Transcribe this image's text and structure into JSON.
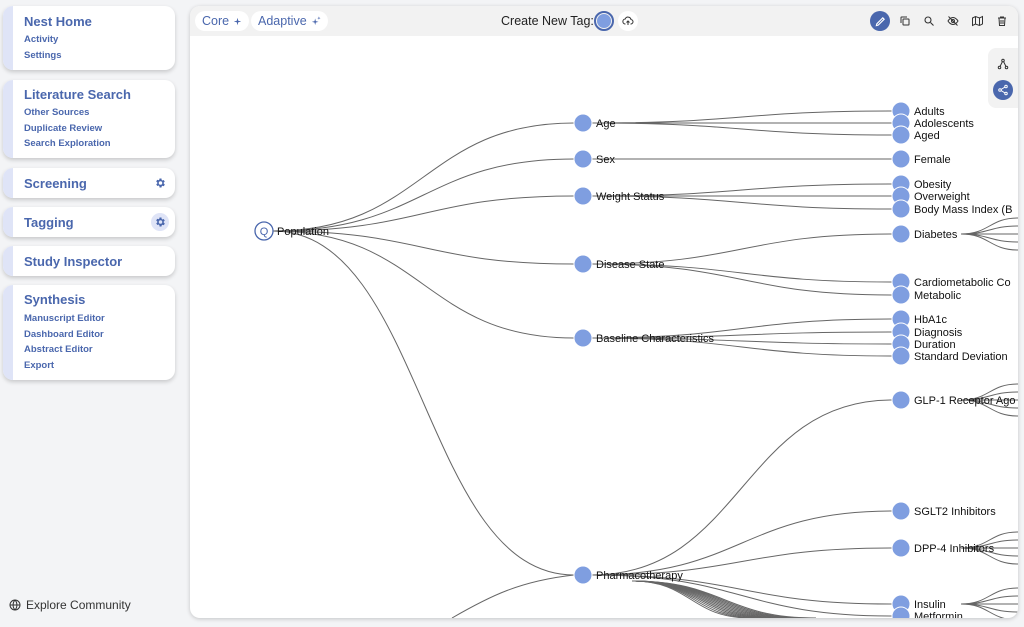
{
  "sidebar": {
    "nest_home": {
      "title": "Nest Home",
      "links": [
        "Activity",
        "Settings"
      ]
    },
    "literature_search": {
      "title": "Literature Search",
      "links": [
        "Other Sources",
        "Duplicate Review",
        "Search Exploration"
      ]
    },
    "screening": {
      "title": "Screening"
    },
    "tagging": {
      "title": "Tagging"
    },
    "study_inspector": {
      "title": "Study Inspector"
    },
    "synthesis": {
      "title": "Synthesis",
      "links": [
        "Manuscript Editor",
        "Dashboard Editor",
        "Abstract Editor",
        "Export"
      ]
    },
    "explore_community": "Explore Community"
  },
  "toolbar": {
    "core_label": "Core",
    "adaptive_label": "Adaptive",
    "create_tag_label": "Create New Tag:",
    "tag_color": "#7f9ee0"
  },
  "colors": {
    "accent": "#4a67ad",
    "node": "#7f9ee0",
    "link": "#666666"
  },
  "tree": {
    "root": {
      "label": "Population",
      "icon": "Q"
    },
    "level1": [
      {
        "label": "Age"
      },
      {
        "label": "Sex"
      },
      {
        "label": "Weight Status"
      },
      {
        "label": "Disease State"
      },
      {
        "label": "Baseline Characteristics"
      },
      {
        "label": "Pharmacotherapy"
      }
    ],
    "level2": [
      {
        "label": "Adults"
      },
      {
        "label": "Adolescents"
      },
      {
        "label": "Aged"
      },
      {
        "label": "Female"
      },
      {
        "label": "Obesity"
      },
      {
        "label": "Overweight"
      },
      {
        "label": "Body Mass Index (B"
      },
      {
        "label": "Diabetes"
      },
      {
        "label": "Cardiometabolic Co"
      },
      {
        "label": "Metabolic"
      },
      {
        "label": "HbA1c"
      },
      {
        "label": "Diagnosis"
      },
      {
        "label": "Duration"
      },
      {
        "label": "Standard Deviation"
      },
      {
        "label": "GLP-1 Receptor Ago"
      },
      {
        "label": "SGLT2 Inhibitors"
      },
      {
        "label": "DPP-4 Inhibitors"
      },
      {
        "label": "Insulin"
      },
      {
        "label": "Metformin"
      }
    ]
  }
}
